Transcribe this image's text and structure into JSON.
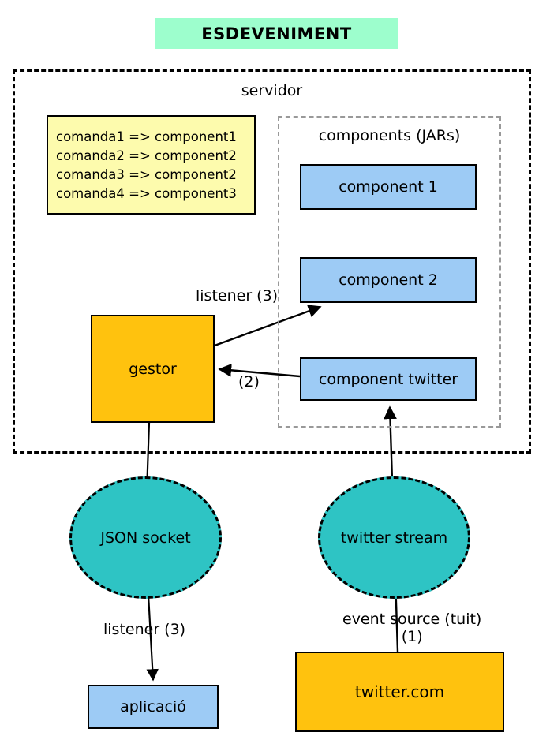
{
  "title": {
    "text": "ESDEVENIMENT",
    "background": "#9dfecd"
  },
  "server": {
    "label": "servidor",
    "border_color": "#000000"
  },
  "command_map": {
    "background": "#fdfbad",
    "lines": [
      "comanda1 => component1",
      "comanda2 => component2",
      "comanda3 => component2",
      "comanda4 => component3"
    ]
  },
  "components_group": {
    "label": "components (JARs)",
    "border_color": "#999999",
    "items": [
      {
        "label": "component 1",
        "color": "#9dcbf5"
      },
      {
        "label": "component 2",
        "color": "#9dcbf5"
      },
      {
        "label": "component twitter",
        "color": "#9dcbf5"
      }
    ]
  },
  "nodes": {
    "gestor": {
      "label": "gestor",
      "color": "#ffc20e"
    },
    "json_socket": {
      "label": "JSON socket",
      "color": "#2ec4c4"
    },
    "twitter_stream": {
      "label": "twitter stream",
      "color": "#2ec4c4"
    },
    "twitter_com": {
      "label": "twitter.com",
      "color": "#ffc20e"
    },
    "aplicacio": {
      "label": "aplicació",
      "color": "#9dcbf5"
    }
  },
  "edges": {
    "listener_top": "listener (3)",
    "component_to_gestor": "(2)",
    "listener_bottom": "listener (3)",
    "event_source_line1": "event source (tuit)",
    "event_source_line2": "(1)"
  }
}
